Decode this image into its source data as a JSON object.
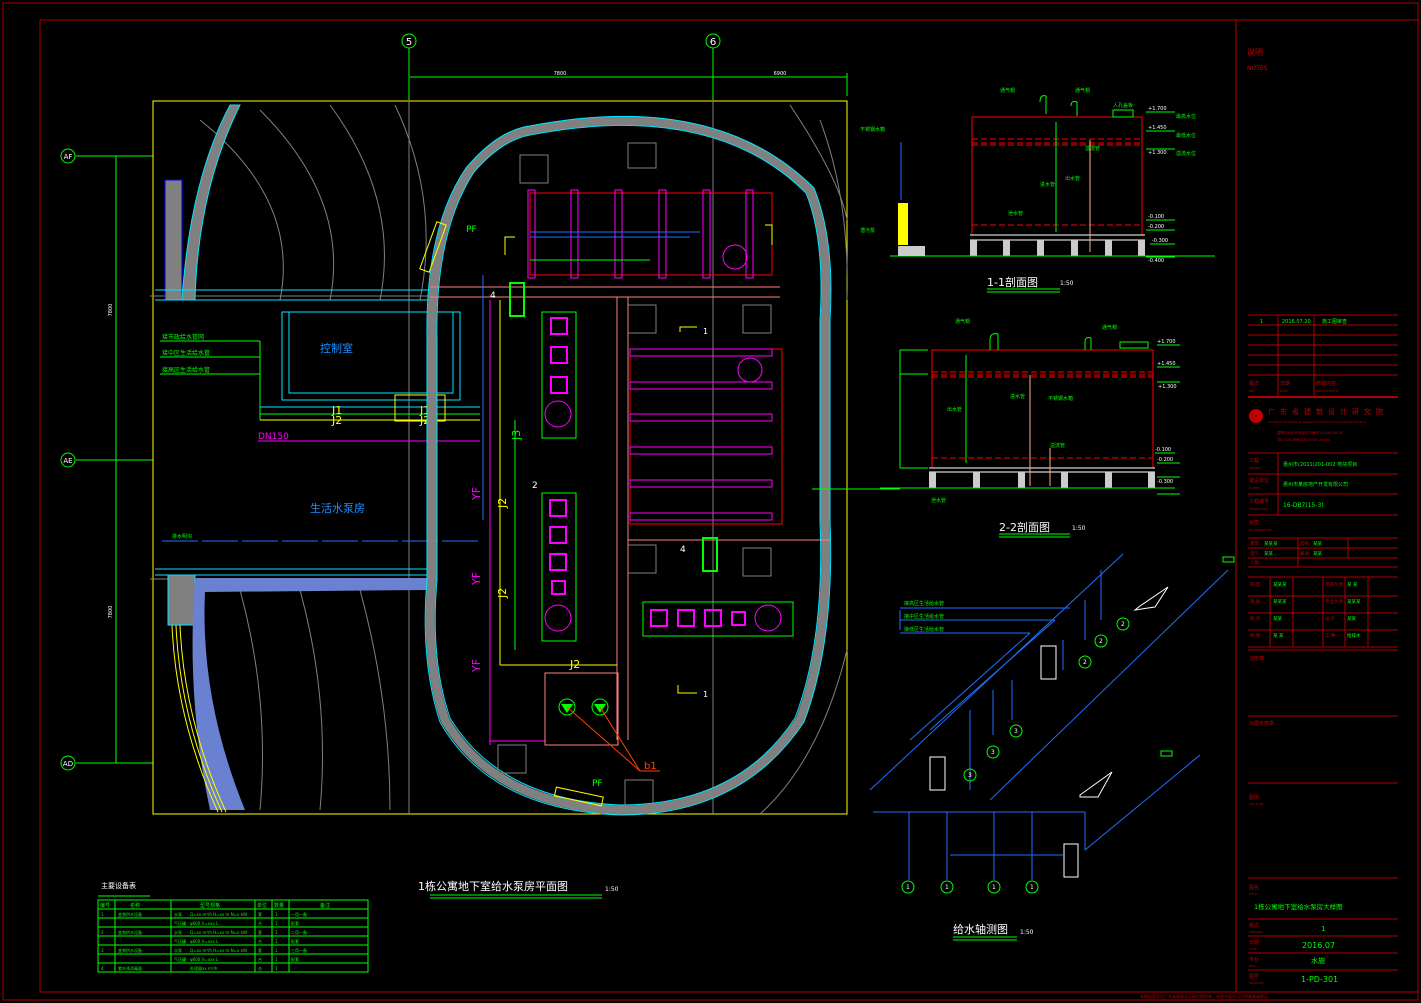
{
  "colors": {
    "background": "#000000",
    "frame": "#b00000",
    "wall": "#808080",
    "wall_edge": "#00e5ff",
    "soil_blue": "#6a80d0",
    "axis_green": "#00ff00",
    "pipe_blue": "#1e6fff",
    "pipe_magenta": "#ff00ff",
    "pipe_yellow": "#ffff00",
    "pipe_pink": "#ff8080",
    "tank_red": "#ff0000",
    "text_white": "#ffffff",
    "text_green": "#00ff00",
    "text_blue": "#1e90ff",
    "text_red": "#c00000"
  },
  "plan": {
    "title": "1栋公寓地下室给水泵房平面图",
    "scale": "1:50",
    "axes": {
      "vertical": [
        "5",
        "6"
      ],
      "horizontal": [
        "AF",
        "AE",
        "AD"
      ]
    },
    "dims_top": [
      "7800",
      "6900"
    ],
    "dims_left": [
      "7800",
      "7800"
    ],
    "rooms": {
      "control_room": "控制室",
      "pump_room": "生活水泵房"
    },
    "pipe_labels": {
      "dn150": "DN150",
      "j1": "J1",
      "j2": "J2",
      "j3": "J3",
      "yf": "YF",
      "pf": "PF",
      "b1": "b1",
      "section_mark_1": "1",
      "section_mark_2": "2",
      "callout_2": "2",
      "callout_4": "4",
      "callout_1": "1"
    },
    "left_pipe_notes": [
      "接市政给水管网",
      "接中区生活给水管",
      "接高区生活给水管"
    ],
    "drain_note": "排水明沟"
  },
  "equipment_table": {
    "title": "主要设备表",
    "headers": [
      "编号",
      "名称",
      "型号规格",
      "单位",
      "数量",
      "备注"
    ],
    "rows": [
      [
        "1",
        "变频供水设备",
        "水泵",
        "Q=xx m³/h H=xx m N=x kW",
        "套",
        "1",
        "一用一备"
      ],
      [
        "",
        "",
        "气压罐",
        "φ600 V=xxx L",
        "台",
        "1",
        "配套"
      ],
      [
        "2",
        "变频供水设备",
        "水泵",
        "Q=xx m³/h H=xx m N=x kW",
        "套",
        "1",
        "二用一备"
      ],
      [
        "",
        "",
        "气压罐",
        "φ600 V=xxx L",
        "台",
        "1",
        "配套"
      ],
      [
        "3",
        "变频供水设备",
        "水泵",
        "Q=xx m³/h H=xx m N=x kW",
        "套",
        "1",
        "三用一备"
      ],
      [
        "",
        "",
        "气压罐",
        "φ600 V=xxx L",
        "台",
        "1",
        "配套"
      ],
      [
        "4",
        "紫外线消毒器",
        "",
        "处理量xx m³/h",
        "台",
        "1",
        ""
      ]
    ]
  },
  "section_1": {
    "title": "1-1剖面图",
    "scale": "1:50",
    "labels": [
      "通气帽",
      "通气帽",
      "人孔盖板",
      "最高水位",
      "最低水位",
      "溢流水位",
      "进水管",
      "出水管",
      "溢流管",
      "泄水管",
      "不锈钢水箱",
      "潜污泵"
    ],
    "elevations": [
      "+1.700",
      "+1.450",
      "+1.300",
      "-0.100",
      "-0.200",
      "-0.300",
      "-0.400"
    ]
  },
  "section_2": {
    "title": "2-2剖面图",
    "scale": "1:50",
    "labels": [
      "通气帽",
      "通气帽",
      "进水管",
      "出水管",
      "溢流管",
      "泄水管",
      "不锈钢水箱"
    ],
    "elevations": [
      "+1.700",
      "+1.450",
      "+1.300",
      "-0.100",
      "-0.200",
      "-0.300"
    ]
  },
  "isometric": {
    "title": "给水轴测图",
    "scale": "1:50",
    "pipe_notes": [
      "接高区生活给水管",
      "接中区生活给水管",
      "接低区生活给水管"
    ],
    "pump_numbers": [
      "1",
      "1",
      "1",
      "1",
      "2",
      "2",
      "2",
      "3",
      "3",
      "3"
    ]
  },
  "title_block": {
    "notes_title": "说明",
    "notes_title_en": "NOTES",
    "revision": {
      "no": "1",
      "date": "2016.07.20",
      "desc": "施工图审查"
    },
    "revision_headers": [
      "版次",
      "日期",
      "修改内容"
    ],
    "revision_headers_en": [
      "REV.",
      "DATE",
      "MODIFICATION"
    ],
    "company_cn": "广东省建筑设计研究院",
    "company_en": "Architectural Design & Research Institute of Guangdong Province",
    "license": "建筑行业设计甲级证书编号 A144000018",
    "tel": "TEL 020-86651819   FAX 26040",
    "project_label": "工程",
    "project_label_en": "PROJECT",
    "project": "惠州市(2011)201-002 地块项目",
    "client_label": "建设单位",
    "client_label_en": "CLIENT",
    "client": "惠州市某房地产开发有限公司",
    "project_no_label": "工程编号",
    "project_no_label_en": "PROJECT NO.",
    "project_no": "16-DB7(15-3)",
    "signatures_label": "会签",
    "signatures_label_en": "CO-SIGNATURE",
    "sig_rows": [
      [
        "建筑",
        "某某某",
        "结构",
        "某某"
      ],
      [
        "电气",
        "某某",
        "暖通",
        "某某"
      ]
    ],
    "sig_row_extra": "人防",
    "approval_rows": [
      {
        "l1": "审 定",
        "v1": "某某某",
        "l2": "项目负责",
        "v2": "某 某"
      },
      {
        "l1": "审 核",
        "v1": "某某某",
        "l2": "专业负责",
        "v2": "某某某"
      },
      {
        "l1": "校 对",
        "v1": "某某",
        "l2": "设 计",
        "v2": "某某"
      },
      {
        "l1": "制 图",
        "v1": "某 某",
        "l2": "工 种",
        "v2": "给排水"
      }
    ],
    "stamp_label": "注册章",
    "stamp2_label": "出图专用章",
    "key_plan_label": "图例",
    "key_plan_label_en": "KEY PLAN",
    "drawing_title_label": "图名",
    "drawing_title_label_en": "TITLE",
    "drawing_title": "1栋公寓地下室给水泵房大样图",
    "version_label": "版次",
    "version_label_en": "VERSION",
    "version": "1",
    "date_label": "日期",
    "date_label_en": "DATE",
    "date": "2016.07",
    "discipline_label": "专业",
    "discipline_label_en": "DISC.",
    "discipline": "水施",
    "drawing_no_label": "图号",
    "drawing_no_label_en": "DRAW.NO.",
    "drawing_no": "1-PD-301",
    "footer_note": "本图纸版权归广东省建筑设计研究院所有，未经书面许可不得复制或转让"
  }
}
